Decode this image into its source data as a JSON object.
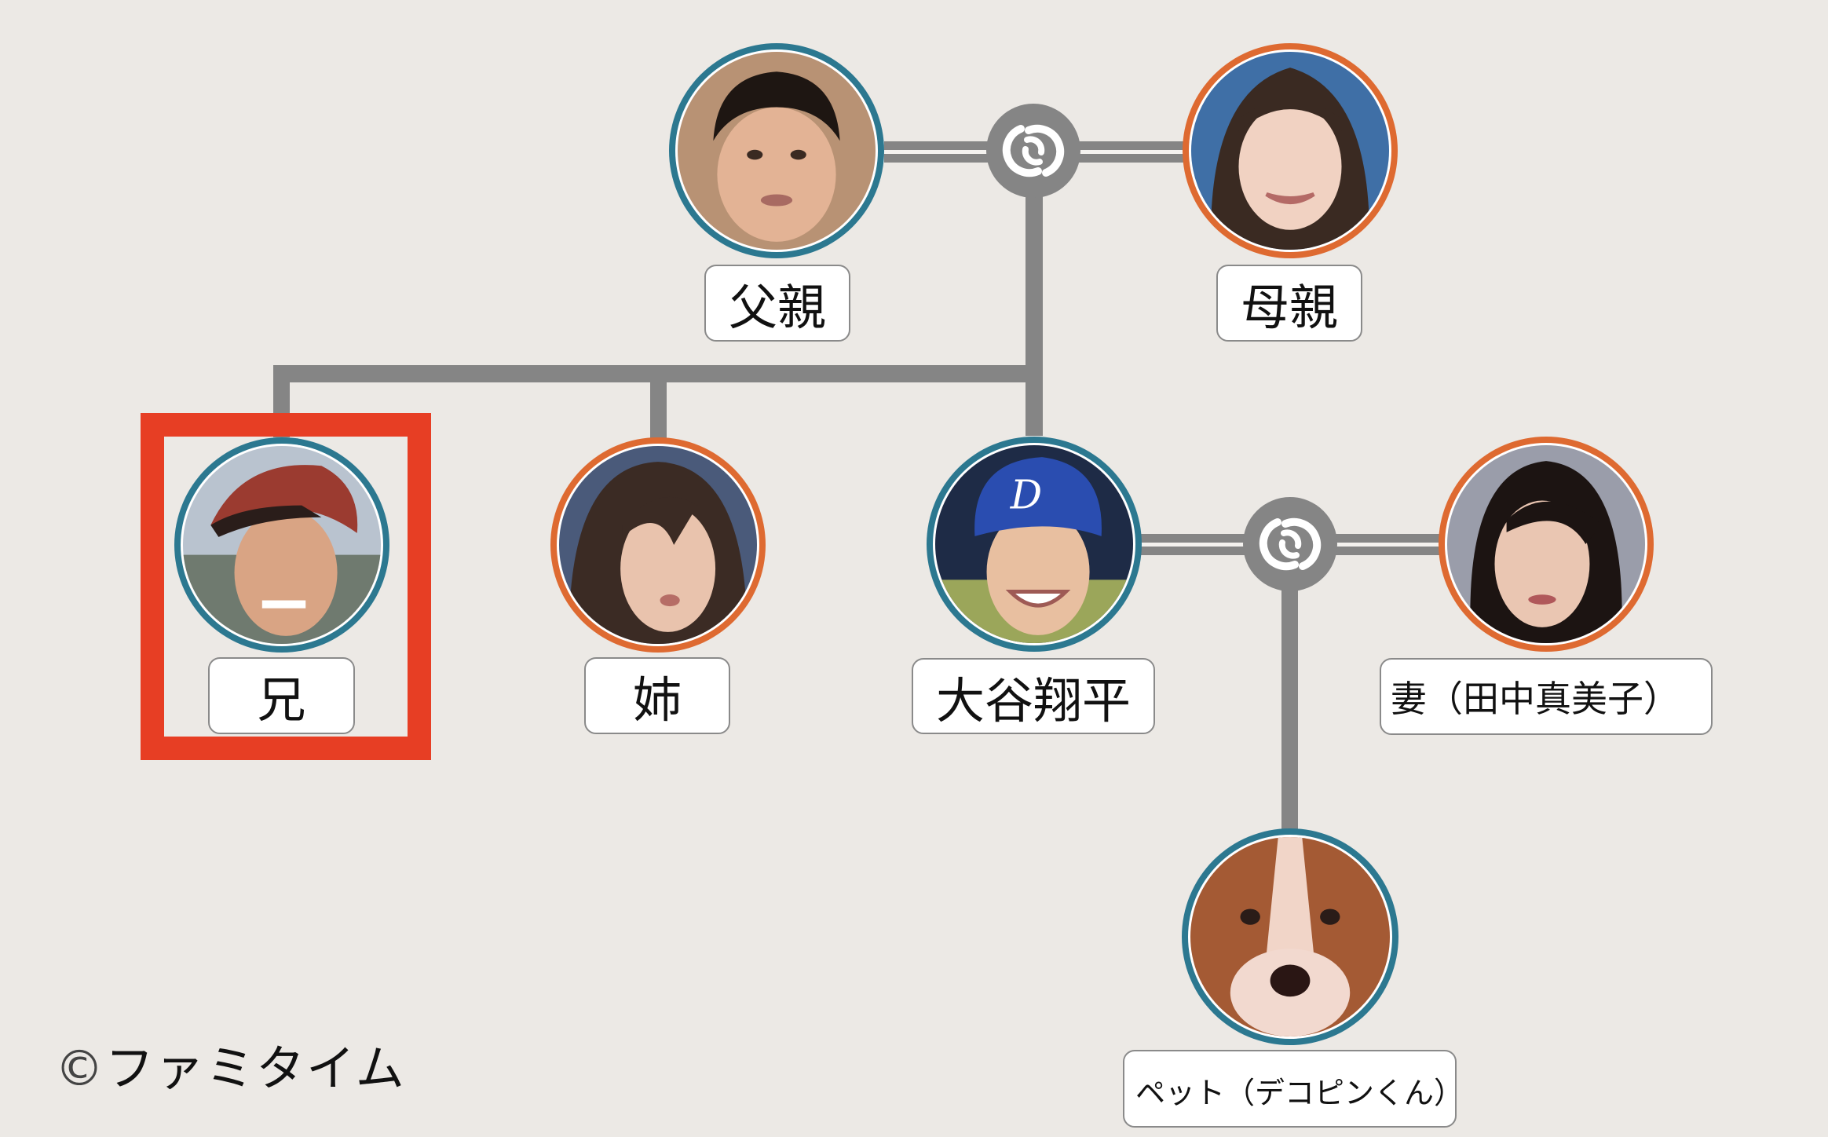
{
  "colors": {
    "background": "#ECE9E5",
    "connector": "#858585",
    "male_ring": "#2C7890",
    "female_ring": "#DE6A31",
    "highlight": "#E73E24"
  },
  "nodes": {
    "father": {
      "label": "父親",
      "gender": "male",
      "icon": "father-photo"
    },
    "mother": {
      "label": "母親",
      "gender": "female",
      "icon": "mother-photo"
    },
    "brother": {
      "label": "兄",
      "gender": "male",
      "icon": "brother-photo",
      "highlighted": true
    },
    "sister": {
      "label": "姉",
      "gender": "female",
      "icon": "sister-photo"
    },
    "ohtani": {
      "label": "大谷翔平",
      "gender": "male",
      "icon": "ohtani-photo"
    },
    "wife": {
      "label": "妻（田中真美子）",
      "gender": "female",
      "icon": "wife-photo"
    },
    "pet": {
      "label": "ペット（デコピンくん）",
      "gender": "male",
      "icon": "dog-photo"
    }
  },
  "marriage_icons": [
    "marriage-rings-icon",
    "marriage-rings-icon"
  ],
  "copyright": {
    "symbol": "©",
    "text": "ファミタイム"
  }
}
